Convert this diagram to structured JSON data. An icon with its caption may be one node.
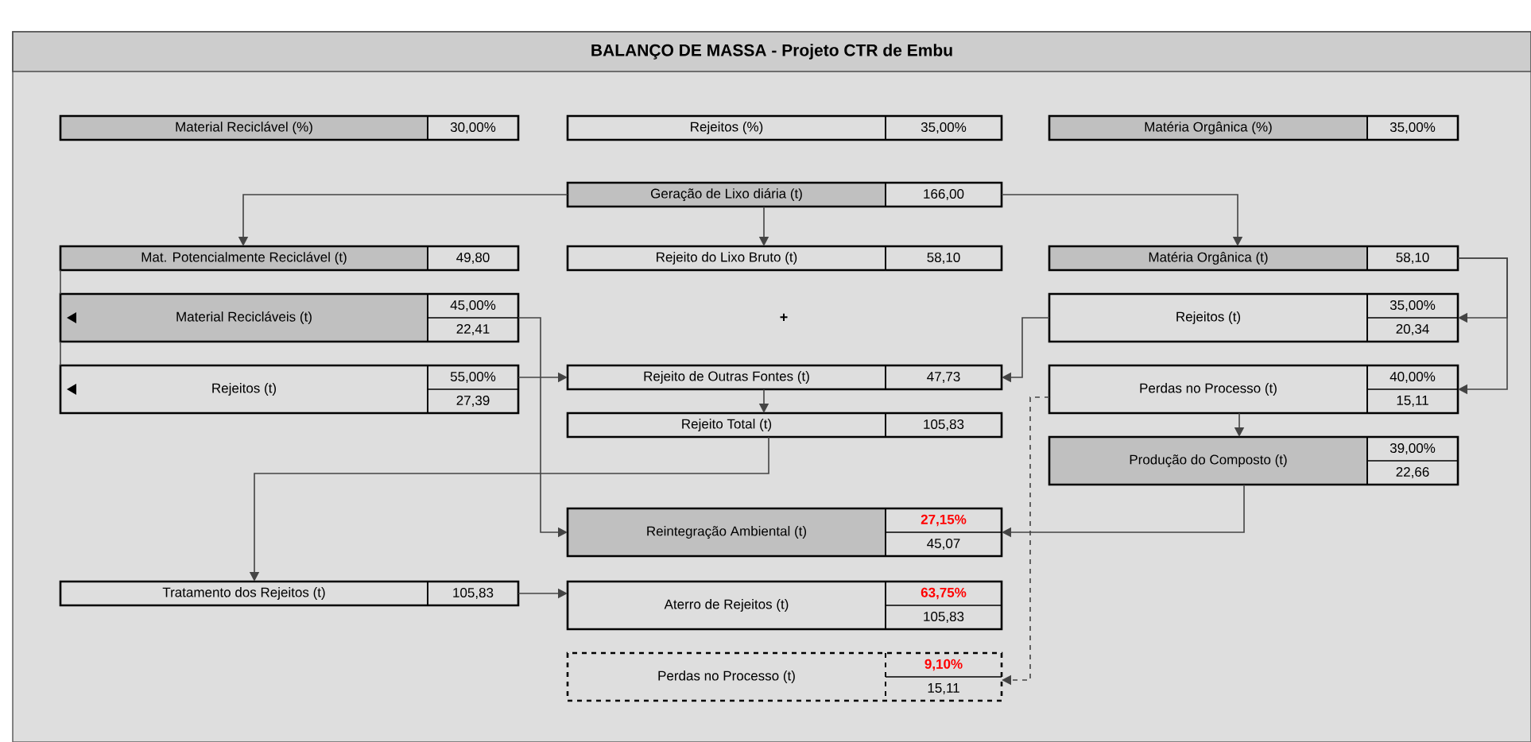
{
  "diagram": {
    "title": "BALANÇO DE MASSA - Projeto CTR de Embu",
    "nodes": [
      {
        "text": [
          "Material Reciclável (%)",
          "30,00%"
        ]
      },
      {
        "text": [
          "Rejeitos (%)",
          "35,00%"
        ]
      },
      {
        "text": [
          "Matéria Orgânica (%)",
          "35,00%"
        ]
      },
      {
        "text": [
          "Geração de Lixo diária (t)",
          "166,00"
        ]
      },
      {
        "text": [
          "Mat. Potencialmente Reciclável (t)",
          "49,80"
        ]
      },
      {
        "text": [
          "Rejeito do Lixo Bruto (t)",
          "58,10"
        ]
      },
      {
        "text": [
          "Matéria Orgânica (t)",
          "58,10"
        ]
      },
      {
        "text": [
          "Material Recicláveis (t)",
          "45,00%",
          "22,41"
        ]
      },
      {
        "text": [
          "Rejeitos (t)",
          "35,00%",
          "20,34"
        ]
      },
      {
        "text": [
          "Rejeitos (t)",
          "55,00%",
          "27,39"
        ]
      },
      {
        "text": [
          "Rejeito de Outras Fontes (t)",
          "47,73"
        ]
      },
      {
        "text": [
          "Perdas no Processo (t)",
          "40,00%",
          "15,11"
        ]
      },
      {
        "text": [
          "Rejeito Total (t)",
          "105,83"
        ]
      },
      {
        "text": [
          "Produção do Composto (t)",
          "39,00%",
          "22,66"
        ]
      },
      {
        "text": [
          "Reintegração Ambiental (t)",
          "27,15%",
          "45,07"
        ]
      },
      {
        "text": [
          "Tratamento dos Rejeitos (t)",
          "105,83"
        ]
      },
      {
        "text": [
          "Aterro de Rejeitos (t)",
          "63,75%",
          "105,83"
        ]
      },
      {
        "text": [
          "Perdas no Processo (t)",
          "9,10%",
          "15,11"
        ]
      }
    ],
    "edges": [
      {
        "from": 3,
        "to": 4,
        "arrow": "to"
      },
      {
        "from": 3,
        "to": 5,
        "arrow": "to"
      },
      {
        "from": 3,
        "to": 6,
        "arrow": "to"
      },
      {
        "from": 6,
        "to": 8,
        "arrow": "to"
      },
      {
        "from": 6,
        "to": 11,
        "arrow": "to"
      },
      {
        "from": 4,
        "to": 7,
        "arrow": "none"
      },
      {
        "from": 7,
        "to": 9,
        "arrow": "none"
      },
      {
        "from": 7,
        "to": 14,
        "arrow": "to"
      },
      {
        "from": 9,
        "to": 10,
        "arrow": "to"
      },
      {
        "from": 8,
        "to": 10,
        "arrow": "to"
      },
      {
        "from": 10,
        "to": 12,
        "arrow": "to"
      },
      {
        "from": 12,
        "to": 15,
        "arrow": "to"
      },
      {
        "from": 11,
        "to": 13,
        "arrow": "to"
      },
      {
        "from": 13,
        "to": 14,
        "arrow": "to"
      },
      {
        "from": 15,
        "to": 16,
        "arrow": "to"
      },
      {
        "from": 11,
        "to": 17,
        "arrow": "to",
        "style": "dashed"
      }
    ],
    "labels": [
      "+"
    ]
  }
}
